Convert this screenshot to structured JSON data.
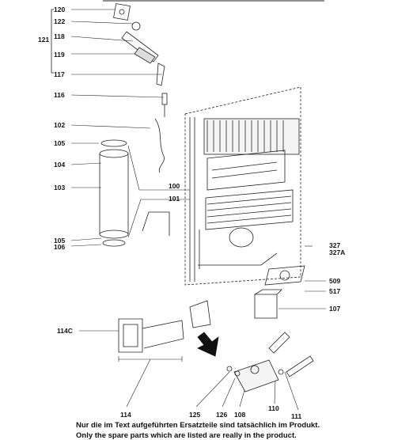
{
  "part_labels": {
    "p120": "120",
    "p122": "122",
    "p121": "121",
    "p118": "118",
    "p119": "119",
    "p117": "117",
    "p116": "116",
    "p102": "102",
    "p105a": "105",
    "p104": "104",
    "p103": "103",
    "p100": "100",
    "p101": "101",
    "p105b": "105",
    "p106": "106",
    "p327": "327",
    "p327a": "327A",
    "p509": "509",
    "p517": "517",
    "p107": "107",
    "p114c": "114C",
    "p114": "114",
    "p125": "125",
    "p126": "126",
    "p108": "108",
    "p110": "110",
    "p111": "111"
  },
  "footer": {
    "line1": "Nur die im Text aufgeführten Ersatzteile sind tatsächlich im Produkt.",
    "line2": "Only the spare parts which are listed are really in the product."
  }
}
